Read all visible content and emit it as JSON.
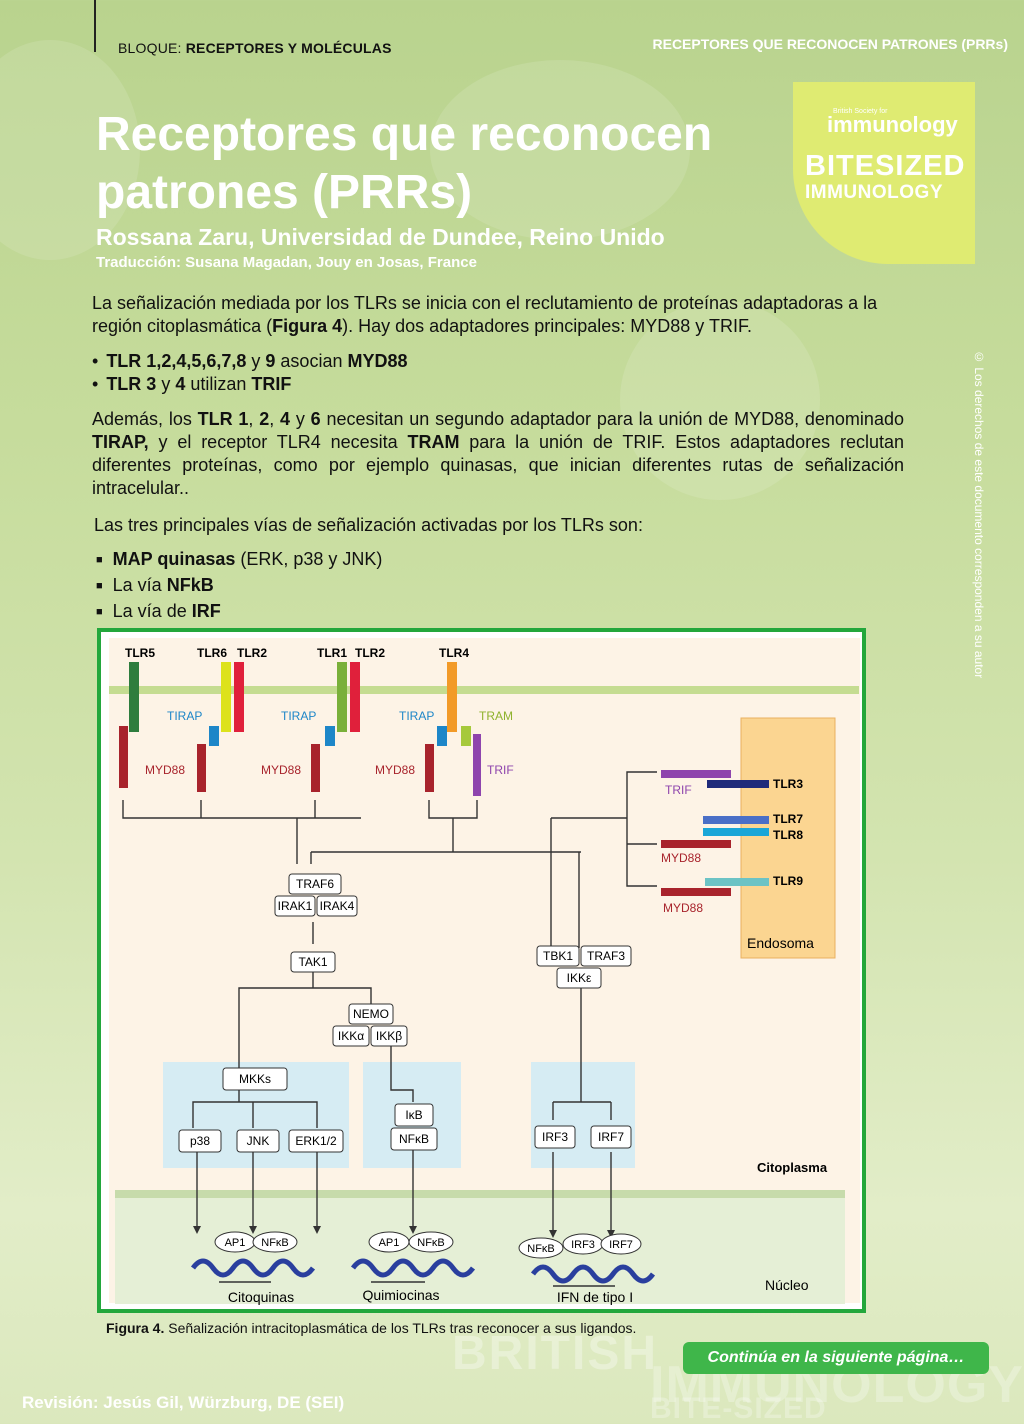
{
  "header": {
    "block_prefix": "BLOQUE: ",
    "block_name": "RECEPTORES Y MOLÉCULAS",
    "right_title": "RECEPTORES QUE RECONOCEN PATRONES (PRRs)"
  },
  "title": "Receptores que reconocen patrones (PRRs)",
  "author": "Rossana Zaru, Universidad de Dundee, Reino Unido",
  "translator": "Traducción: Susana Magadan,  Jouy en Josas, France",
  "logo": {
    "small": "British Society for",
    "immunology": "immunology",
    "bitesized": "BITESIZED",
    "immunology2": "IMMUNOLOGY"
  },
  "copyright": "© Los derechos de este documento corresponden a su autor",
  "para1": {
    "a": "La señalización mediada por los TLRs se inicia con el reclutamiento de proteínas adaptadoras a la región citoplasmática (",
    "fig": "Figura 4",
    "b": "). Hay dos adaptadores principales: MYD88 y TRIF."
  },
  "bullets1": [
    {
      "b1": "TLR 1,2,4,5,6,7,8",
      "t1": " y ",
      "b2": "9",
      "t2": " asocian ",
      "b3": "MYD88"
    },
    {
      "b1": "TLR 3",
      "t1": " y ",
      "b2": "4",
      "t2": " utilizan ",
      "b3": "TRIF"
    }
  ],
  "para2": {
    "a": "Además, los ",
    "b1": "TLR 1",
    "c": ", ",
    "b2": "2",
    "d": ", ",
    "b3": "4",
    "e": " y ",
    "b4": "6",
    "f": " necesitan un segundo adaptador para la unión de MYD88, denominado ",
    "b5": "TIRAP,",
    "g": " y el receptor TLR4 necesita ",
    "b6": "TRAM",
    "h": " para la unión de TRIF. Estos adaptadores reclutan diferentes proteínas, como por ejemplo quinasas, que inician diferentes rutas de señalización intracelular.."
  },
  "para3": "Las tres principales vías de señalización activadas por los TLRs son:",
  "bullets2": [
    {
      "bold": "MAP quinasas",
      "rest": " (ERK, p38 y JNK)"
    },
    {
      "pre": "La vía ",
      "bold": "NFkB"
    },
    {
      "pre": "La vía de ",
      "bold": "IRF"
    }
  ],
  "figure": {
    "receptors": [
      "TLR5",
      "TLR6",
      "TLR2",
      "TLR1",
      "TLR2",
      "TLR4"
    ],
    "adaptors": {
      "tirap": "TIRAP",
      "myd88": "MYD88",
      "tram": "TRAM",
      "trif": "TRIF"
    },
    "endosome_receptors": [
      "TLR3",
      "TLR7",
      "TLR8",
      "TLR9"
    ],
    "endosome": "Endosoma",
    "nodes": {
      "traf6": "TRAF6",
      "irak1": "IRAK1",
      "irak4": "IRAK4",
      "tak1": "TAK1",
      "nemo": "NEMO",
      "ikka": "IKKα",
      "ikkb": "IKKβ",
      "mkks": "MKKs",
      "p38": "p38",
      "jnk": "JNK",
      "erk": "ERK1/2",
      "ikb": "IκB",
      "nfkb": "NFκB",
      "tbk1": "TBK1",
      "traf3": "TRAF3",
      "ikke": "IKKε",
      "irf3": "IRF3",
      "irf7": "IRF7",
      "ap1": "AP1"
    },
    "cytoplasm": "Citoplasma",
    "nucleus": "Núcleo",
    "outputs": [
      "Citoquinas",
      "Quimiocinas",
      "IFN de tipo I"
    ],
    "colors": {
      "tlr5": "#2e7d3e",
      "tlr6": "#dde21b",
      "tlr2": "#e0203b",
      "tlr1": "#7ab03a",
      "tlr4": "#f29a28",
      "tirap": "#1d86c8",
      "myd88": "#a8232c",
      "tram": "#a6c93b",
      "trif": "#8e44ad",
      "frame": "#23a73c"
    }
  },
  "caption": {
    "label": "Figura 4.",
    "text": " Señalización intracitoplasmática de los TLRs tras reconocer a sus ligandos."
  },
  "brand": {
    "line1": "BRITISH",
    "line2": "IMMUNOLOGY",
    "line3": "BITE-SIZED IMMUNOLOGY"
  },
  "continue_label": "Continúa en la siguiente página…",
  "review": "Revisión: Jesús Gil, Würzburg, DE (SEI)"
}
